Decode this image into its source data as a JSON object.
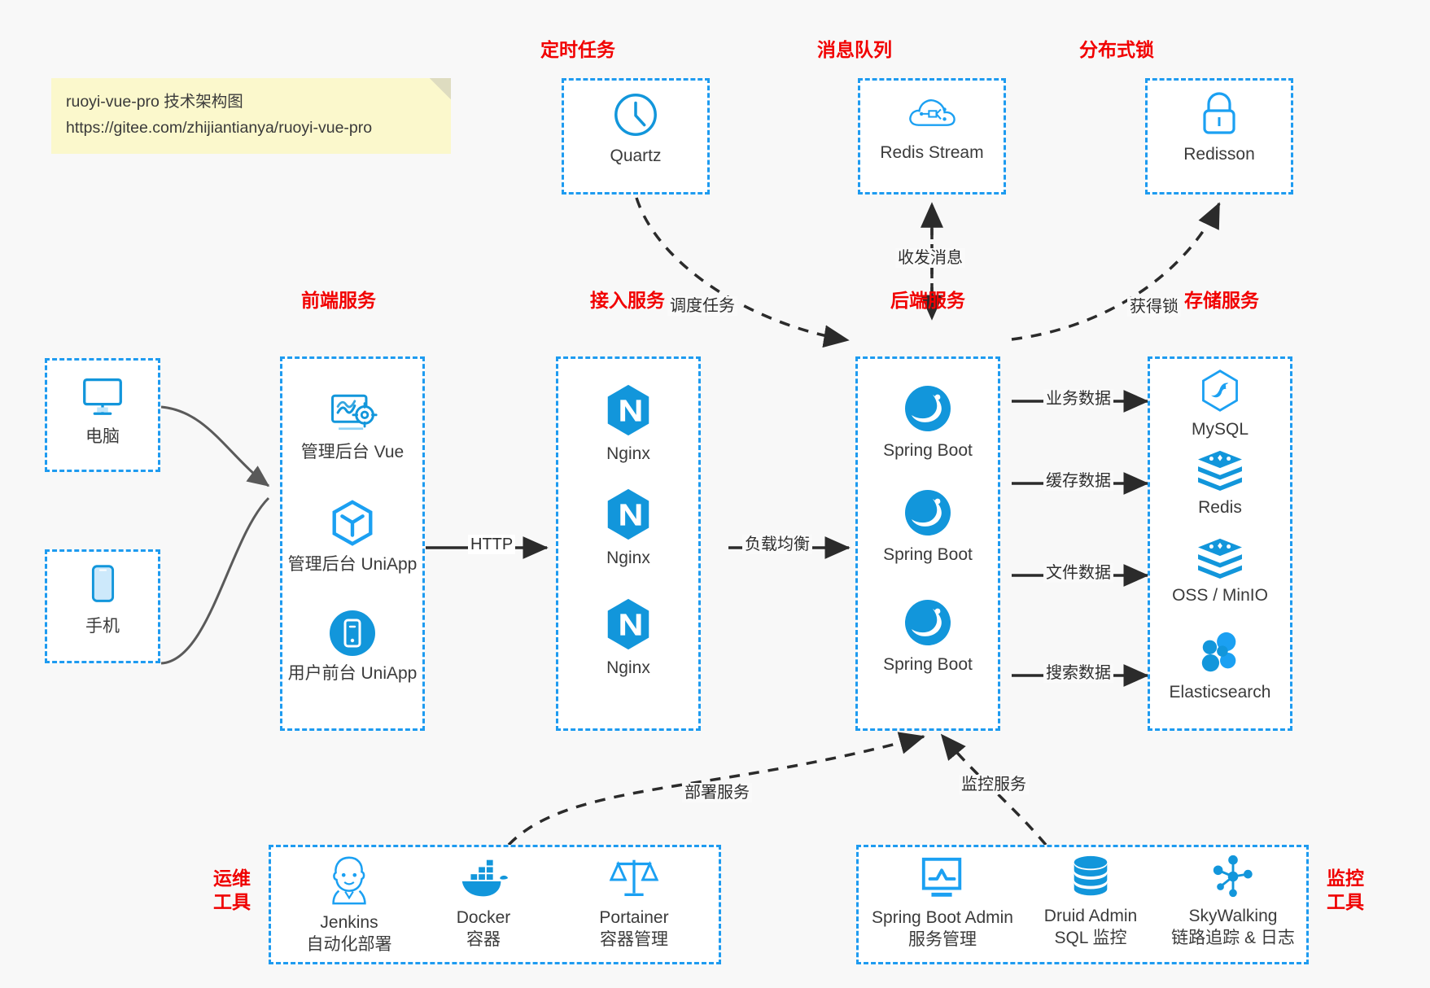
{
  "note": {
    "line1": "ruoyi-vue-pro 技术架构图",
    "line2": "https://gitee.com/zhijiantianya/ruoyi-vue-pro"
  },
  "colors": {
    "accent_blue": "#1e9bf0",
    "icon_blue": "#1296db",
    "title_red": "#f10000",
    "background": "#f8f8f8",
    "box_fill": "#ffffff",
    "arrow_dark": "#2b2b2b",
    "curve_gray": "#5a5a5a",
    "note_yellow": "#fbf8cc"
  },
  "groups": {
    "scheduler": {
      "title": "定时任务",
      "nodes": [
        {
          "label": "Quartz",
          "icon": "clock-icon"
        }
      ]
    },
    "mq": {
      "title": "消息队列",
      "nodes": [
        {
          "label": "Redis Stream",
          "icon": "cloud-stream-icon"
        }
      ]
    },
    "lock": {
      "title": "分布式锁",
      "nodes": [
        {
          "label": "Redisson",
          "icon": "lock-icon"
        }
      ]
    },
    "clients": {
      "title": "",
      "nodes": [
        {
          "label": "电脑",
          "icon": "desktop-icon"
        },
        {
          "label": "手机",
          "icon": "phone-icon"
        }
      ]
    },
    "frontend": {
      "title": "前端服务",
      "nodes": [
        {
          "label": "管理后台 Vue",
          "icon": "dashboard-gear-icon"
        },
        {
          "label": "管理后台 UniApp",
          "icon": "cube-icon"
        },
        {
          "label": "用户前台 UniApp",
          "icon": "mobile-app-icon"
        }
      ]
    },
    "gateway": {
      "title": "接入服务",
      "nodes": [
        {
          "label": "Nginx",
          "icon": "nginx-icon"
        },
        {
          "label": "Nginx",
          "icon": "nginx-icon"
        },
        {
          "label": "Nginx",
          "icon": "nginx-icon"
        }
      ]
    },
    "backend": {
      "title": "后端服务",
      "nodes": [
        {
          "label": "Spring Boot",
          "icon": "spring-icon"
        },
        {
          "label": "Spring Boot",
          "icon": "spring-icon"
        },
        {
          "label": "Spring Boot",
          "icon": "spring-icon"
        }
      ]
    },
    "storage": {
      "title": "存储服务",
      "nodes": [
        {
          "label": "MySQL",
          "icon": "mysql-icon"
        },
        {
          "label": "Redis",
          "icon": "redis-icon"
        },
        {
          "label": "OSS / MinIO",
          "icon": "oss-icon"
        },
        {
          "label": "Elasticsearch",
          "icon": "elasticsearch-icon"
        }
      ]
    },
    "devops": {
      "title": "运维\n工具",
      "title_line1": "运维",
      "title_line2": "工具",
      "nodes": [
        {
          "label": "Jenkins",
          "sublabel": "自动化部署",
          "icon": "jenkins-icon"
        },
        {
          "label": "Docker",
          "sublabel": "容器",
          "icon": "docker-icon"
        },
        {
          "label": "Portainer",
          "sublabel": "容器管理",
          "icon": "scales-icon"
        }
      ]
    },
    "monitor": {
      "title_line1": "监控",
      "title_line2": "工具",
      "nodes": [
        {
          "label": "Spring Boot Admin",
          "sublabel": "服务管理",
          "icon": "monitor-chart-icon"
        },
        {
          "label": "Druid Admin",
          "sublabel": "SQL 监控",
          "icon": "database-icon"
        },
        {
          "label": "SkyWalking",
          "sublabel": "链路追踪 & 日志",
          "icon": "skywalking-icon"
        }
      ]
    }
  },
  "edges": {
    "schedule_task": "调度任务",
    "send_receive_message": "收发消息",
    "acquire_lock": "获得锁",
    "http": "HTTP",
    "load_balance": "负载均衡",
    "business_data": "业务数据",
    "cache_data": "缓存数据",
    "file_data": "文件数据",
    "search_data": "搜索数据",
    "deploy_service": "部署服务",
    "monitor_service": "监控服务"
  }
}
